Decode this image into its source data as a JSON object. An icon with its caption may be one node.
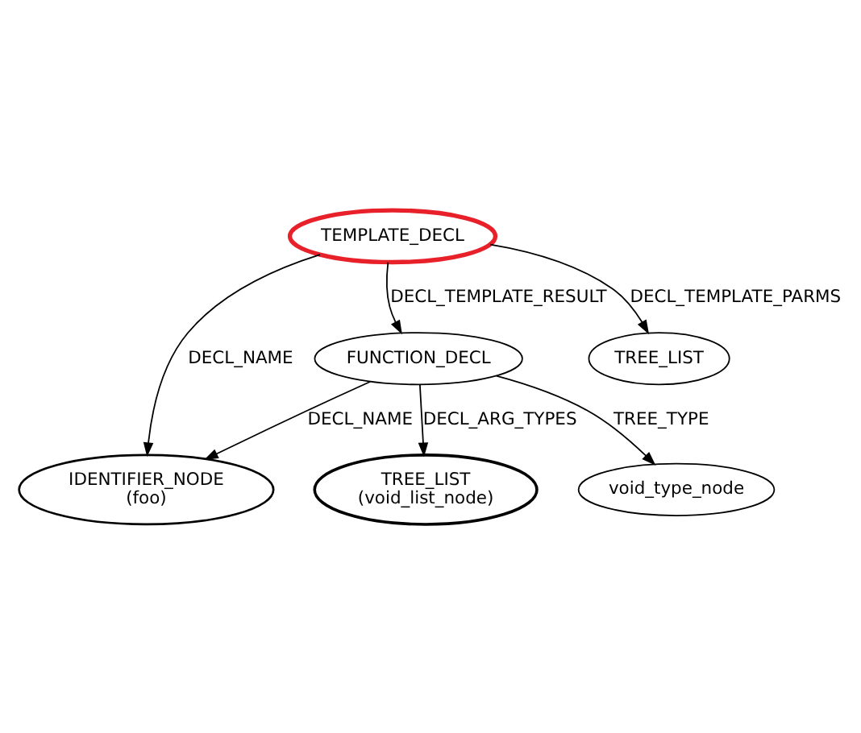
{
  "diagram": {
    "nodes": [
      {
        "text": [
          "TEMPLATE_DECL"
        ]
      },
      {
        "text": [
          "FUNCTION_DECL"
        ]
      },
      {
        "text": [
          "TREE_LIST"
        ]
      },
      {
        "text": [
          "void_type_node"
        ]
      },
      {
        "text": [
          "IDENTIFIER_NODE",
          "(foo)"
        ]
      },
      {
        "text": [
          "TREE_LIST",
          "(void_list_node)"
        ]
      }
    ],
    "edges": [
      {
        "from": 0,
        "to": 1,
        "arrow": "to",
        "label": "DECL_TEMPLATE_RESULT"
      },
      {
        "from": 0,
        "to": 4,
        "arrow": "to",
        "label": "DECL_NAME"
      },
      {
        "from": 0,
        "to": 2,
        "arrow": "to",
        "label": "DECL_TEMPLATE_PARMS"
      },
      {
        "from": 1,
        "to": 3,
        "arrow": "to",
        "label": "TREE_TYPE"
      },
      {
        "from": 1,
        "to": 4,
        "arrow": "to",
        "label": "DECL_NAME"
      },
      {
        "from": 1,
        "to": 5,
        "arrow": "to",
        "label": "DECL_ARG_TYPES"
      }
    ]
  }
}
